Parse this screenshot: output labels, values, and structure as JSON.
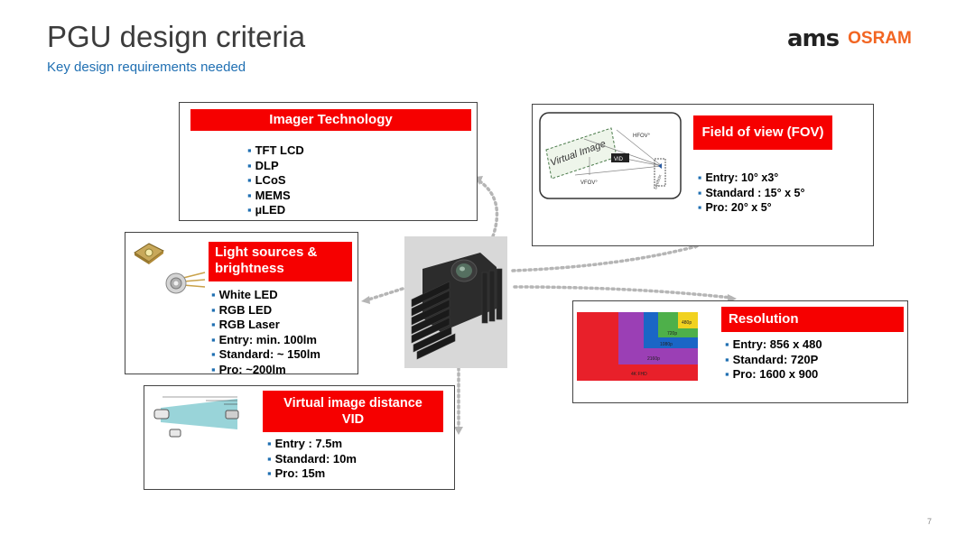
{
  "header": {
    "title": "PGU design criteria",
    "subtitle": "Key design requirements needed"
  },
  "logo": {
    "ams": "ams",
    "osram": "OSRAM"
  },
  "imager": {
    "heading": "Imager Technology",
    "items": [
      "TFT LCD",
      "DLP",
      "LCoS",
      "MEMS",
      "µLED"
    ]
  },
  "fov": {
    "heading": "Field of view (FOV)",
    "items": [
      "Entry: 10° x3°",
      "Standard : 15° x 5°",
      "Pro: 20° x 5°"
    ],
    "diagram": {
      "virtual_image": "Virtual Image",
      "hfov": "HFOV°",
      "vfov": "VFOV°",
      "vid": "VID",
      "eyebox": "Eyebox"
    }
  },
  "light": {
    "heading": "Light sources & brightness",
    "items": [
      "White LED",
      "RGB LED",
      "RGB Laser",
      "Entry: min. 100lm",
      "Standard: ~ 150lm",
      "Pro: ~200lm"
    ]
  },
  "resolution": {
    "heading": "Resolution",
    "items": [
      "Entry: 856 x 480",
      "Standard: 720P",
      "Pro: 1600 x 900"
    ],
    "diagram": {
      "l1": "480p",
      "l2": "720p",
      "l3": "1080p",
      "l4": "2160p",
      "l5": "4K FHD"
    }
  },
  "vid": {
    "heading": "Virtual image distance VID",
    "items": [
      "Entry : 7.5m",
      "Standard: 10m",
      "Pro: 15m"
    ]
  },
  "page_number": "7"
}
